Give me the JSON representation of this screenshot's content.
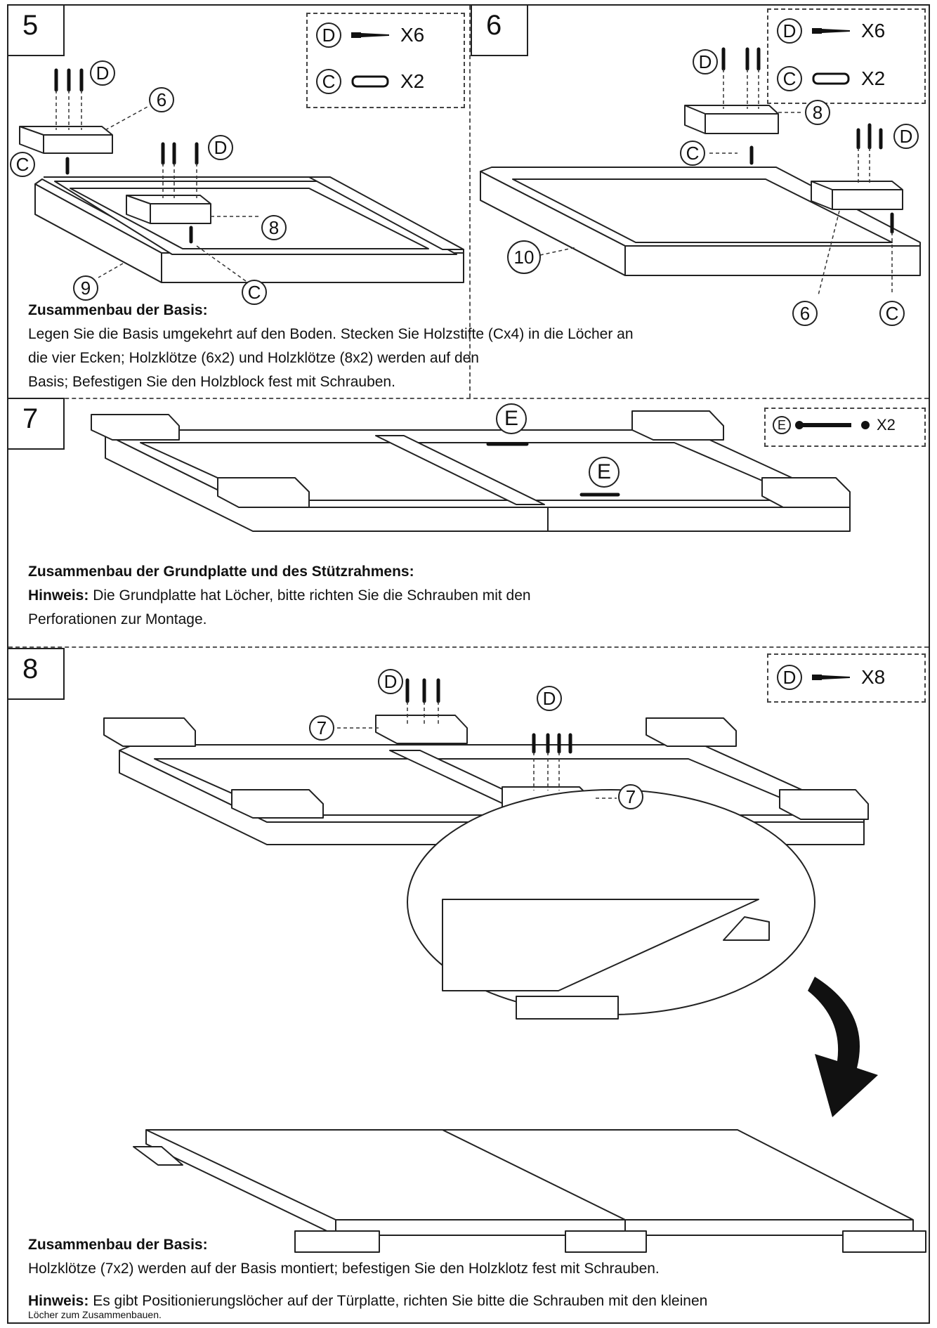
{
  "steps": {
    "s5": {
      "number": "5",
      "parts": [
        {
          "letter": "D",
          "count": "X6"
        },
        {
          "letter": "C",
          "count": "X2"
        }
      ],
      "callouts": {
        "d1": "D",
        "c1": "C",
        "n6": "6",
        "d2": "D",
        "n8": "8",
        "n9": "9",
        "c2": "C"
      }
    },
    "s6": {
      "number": "6",
      "parts": [
        {
          "letter": "D",
          "count": "X6"
        },
        {
          "letter": "C",
          "count": "X2"
        }
      ],
      "callouts": {
        "d1": "D",
        "n8": "8",
        "c1": "C",
        "d2": "D",
        "n10": "10",
        "n6": "6",
        "c2": "C"
      }
    },
    "s7": {
      "number": "7",
      "parts": [
        {
          "letter": "E",
          "count": "X2"
        }
      ],
      "callouts": {
        "e1": "E",
        "e2": "E"
      }
    },
    "s8": {
      "number": "8",
      "parts": [
        {
          "letter": "D",
          "count": "X8"
        }
      ],
      "callouts": {
        "d1": "D",
        "d2": "D",
        "n7a": "7",
        "n7b": "7"
      }
    }
  },
  "texts": {
    "t1_title": "Zusammenbau der Basis:",
    "t1_l1": "Legen Sie die Basis umgekehrt auf den Boden. Stecken Sie Holzstifte (Cx4) in die Löcher an",
    "t1_l2": "die vier Ecken; Holzklötze (6x2) und Holzklötze (8x2) werden auf den",
    "t1_l3": "Basis; Befestigen Sie den Holzblock fest mit Schrauben.",
    "t2_title": "Zusammenbau der Grundplatte und des Stützrahmens:",
    "t2_hint": "Hinweis:",
    "t2_l1": " Die Grundplatte hat Löcher, bitte richten Sie die Schrauben mit den",
    "t2_l2": "Perforationen zur Montage.",
    "t3_title": "Zusammenbau der Basis:",
    "t3_l1": "Holzklötze (7x2) werden auf der Basis montiert; befestigen Sie den Holzklotz fest mit Schrauben.",
    "t4_hint": "Hinweis:",
    "t4_l1": " Es gibt Positionierungslöcher auf der Türplatte, richten Sie bitte die Schrauben mit den kleinen",
    "t4_l2": "Löcher zum Zusammenbauen."
  }
}
